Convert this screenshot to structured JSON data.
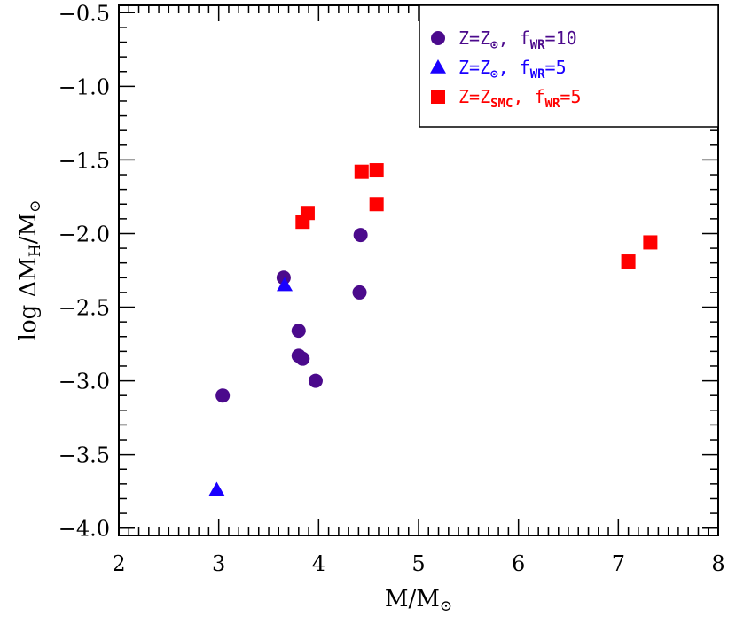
{
  "chart_data": {
    "type": "scatter",
    "title": "",
    "xlabel": {
      "main": "M/M",
      "sub": "⊙"
    },
    "ylabel": {
      "prefix": "log ΔM",
      "sub": "H",
      "mid": "/M",
      "sub2": "⊙"
    },
    "xlim": [
      2,
      8
    ],
    "ylim": [
      -4.05,
      -0.45
    ],
    "xticks": [
      2,
      3,
      4,
      5,
      6,
      7,
      8
    ],
    "yticks": [
      -4.0,
      -3.5,
      -3.0,
      -2.5,
      -2.0,
      -1.5,
      -1.0,
      -0.5
    ],
    "xtick_labels": [
      "2",
      "3",
      "4",
      "5",
      "6",
      "7",
      "8"
    ],
    "ytick_labels": [
      "−4.0",
      "−3.5",
      "−3.0",
      "−2.5",
      "−2.0",
      "−1.5",
      "−1.0",
      "−0.5"
    ],
    "grid": false,
    "legend_position": "top-right",
    "series": [
      {
        "marker": "circle",
        "color": "#4b0a8c",
        "legend": {
          "parts": [
            "Z=Z",
            "⊙",
            ",  f",
            "WR",
            "=10"
          ]
        },
        "points": [
          {
            "x": 3.04,
            "y": -3.1
          },
          {
            "x": 3.65,
            "y": -2.3
          },
          {
            "x": 3.8,
            "y": -2.66
          },
          {
            "x": 3.8,
            "y": -2.83
          },
          {
            "x": 3.84,
            "y": -2.85
          },
          {
            "x": 3.97,
            "y": -3.0
          },
          {
            "x": 4.41,
            "y": -2.4
          },
          {
            "x": 4.42,
            "y": -2.01
          }
        ]
      },
      {
        "marker": "triangle",
        "color": "#1a00ff",
        "legend": {
          "parts": [
            "Z=Z",
            "⊙",
            ",  f",
            "WR",
            "=5"
          ]
        },
        "points": [
          {
            "x": 2.98,
            "y": -3.74
          },
          {
            "x": 3.66,
            "y": -2.35
          }
        ]
      },
      {
        "marker": "square",
        "color": "#ff0000",
        "legend": {
          "parts": [
            "Z=Z",
            "SMC",
            ",  f",
            "WR",
            "=5"
          ]
        },
        "points": [
          {
            "x": 3.84,
            "y": -1.92
          },
          {
            "x": 3.89,
            "y": -1.86
          },
          {
            "x": 4.43,
            "y": -1.58
          },
          {
            "x": 4.58,
            "y": -1.57
          },
          {
            "x": 4.58,
            "y": -1.8
          },
          {
            "x": 7.1,
            "y": -2.19
          },
          {
            "x": 7.32,
            "y": -2.06
          }
        ]
      }
    ]
  }
}
